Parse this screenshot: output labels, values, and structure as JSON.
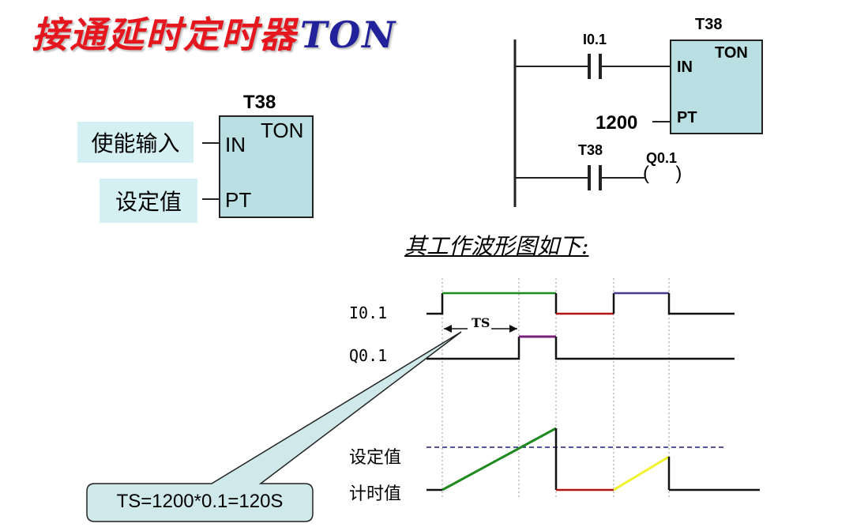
{
  "title": {
    "chinese": "接通延时定时器",
    "english": "TON"
  },
  "left_block": {
    "timer_name": "T38",
    "type_label": "TON",
    "in_pin": "IN",
    "pt_pin": "PT",
    "enable_input_label": "使能输入",
    "preset_label": "设定值"
  },
  "ladder": {
    "contact1": "I0.1",
    "timer_name": "T38",
    "type_label": "TON",
    "in_pin": "IN",
    "pt_pin": "PT",
    "preset_value": "1200",
    "contact2": "T38",
    "coil": "Q0.1",
    "coil_symbol": "(     )"
  },
  "waveform": {
    "subtitle": "其工作波形图如下:",
    "signal_i01": "I0.1",
    "signal_q01": "Q0.1",
    "ts_label": "TS",
    "preset_line_label": "设定值",
    "timer_value_label": "计时值",
    "callout": "TS=1200*0.1=120S",
    "colors": {
      "i01_on_first": "#1f8a1f",
      "i01_off_mid": "#b01515",
      "i01_on_second": "#4a3c8a",
      "q01_on": "#7a1e7a",
      "timer_ramp_first": "#1f8a1f",
      "timer_reset_low": "#b01515",
      "timer_ramp_second": "#f2f22a",
      "preset_dashed": "#1c1c7a",
      "callout_fill": "#cfe9ea"
    }
  }
}
